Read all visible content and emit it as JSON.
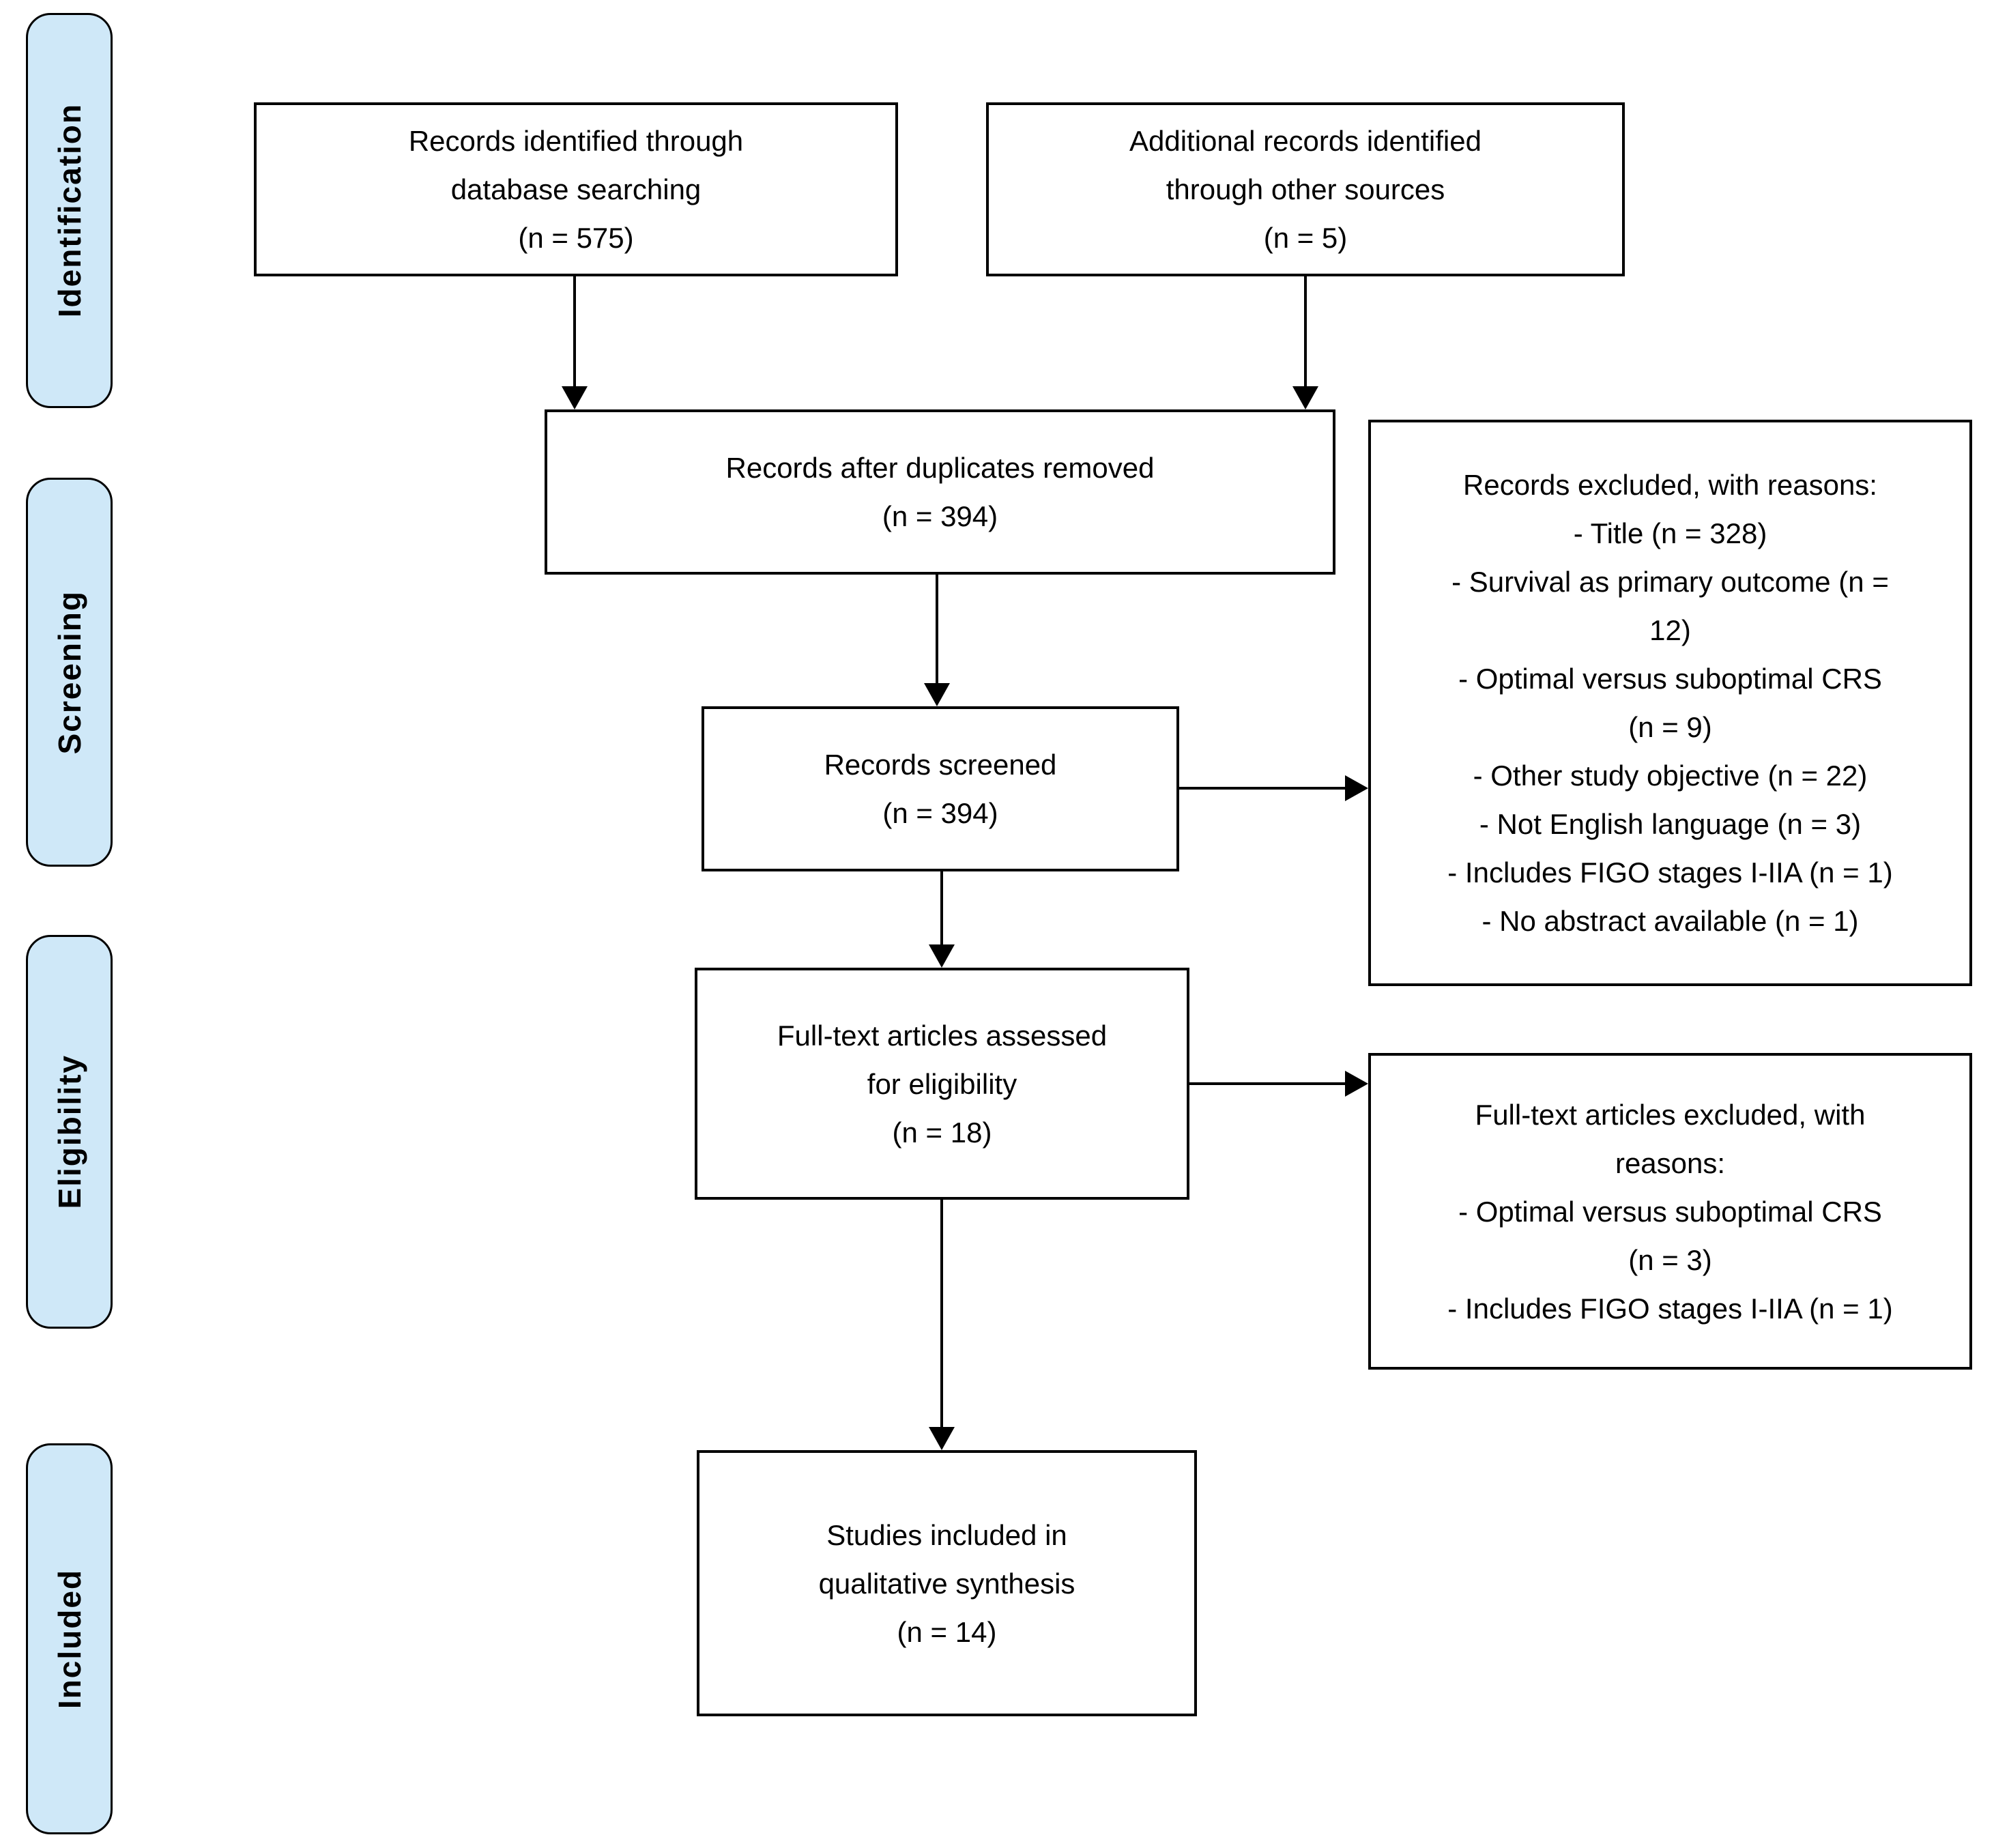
{
  "diagram": {
    "stages": [
      {
        "label": "Identification"
      },
      {
        "label": "Screening"
      },
      {
        "label": "Eligibility"
      },
      {
        "label": "Included"
      }
    ],
    "boxes": {
      "records_identified": {
        "lines": [
          "Records identified through",
          "database searching",
          "(n = 575)"
        ]
      },
      "additional_records": {
        "lines": [
          "Additional records identified",
          "through other sources",
          "(n = 5)"
        ]
      },
      "after_duplicates": {
        "lines": [
          "Records after duplicates removed",
          "(n = 394)"
        ]
      },
      "records_screened": {
        "lines": [
          "Records screened",
          "(n = 394)"
        ]
      },
      "records_excluded": {
        "lines": [
          "Records excluded, with reasons:",
          "- Title (n = 328)",
          "- Survival as primary outcome (n =",
          "12)",
          "- Optimal versus suboptimal CRS",
          "(n = 9)",
          "- Other study objective (n = 22)",
          "- Not English language (n = 3)",
          "- Includes FIGO stages I-IIA (n = 1)",
          "- No abstract available (n = 1)"
        ]
      },
      "fulltext_assessed": {
        "lines": [
          "Full-text articles assessed",
          "for eligibility",
          "(n = 18)"
        ]
      },
      "fulltext_excluded": {
        "lines": [
          "Full-text articles excluded, with",
          "reasons:",
          "- Optimal versus suboptimal CRS",
          "(n = 3)",
          "- Includes FIGO stages I-IIA (n = 1)"
        ]
      },
      "studies_included": {
        "lines": [
          "Studies included in",
          "qualitative synthesis",
          "(n = 14)"
        ]
      }
    },
    "colors": {
      "stage_fill": "#cfe8f8",
      "border": "#000000",
      "box_fill": "#ffffff",
      "text": "#000000"
    }
  }
}
